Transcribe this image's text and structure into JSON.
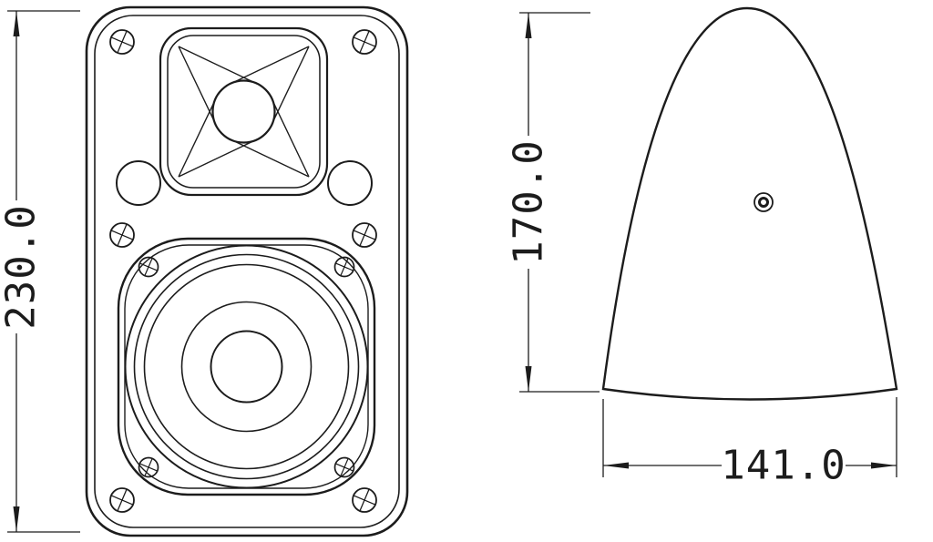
{
  "drawing": {
    "front_view": {
      "height_label": "230.0"
    },
    "side_view": {
      "height_label": "170.0",
      "width_label": "141.0"
    },
    "line_color": "#1c1c1c",
    "background_color": "#ffffff"
  }
}
